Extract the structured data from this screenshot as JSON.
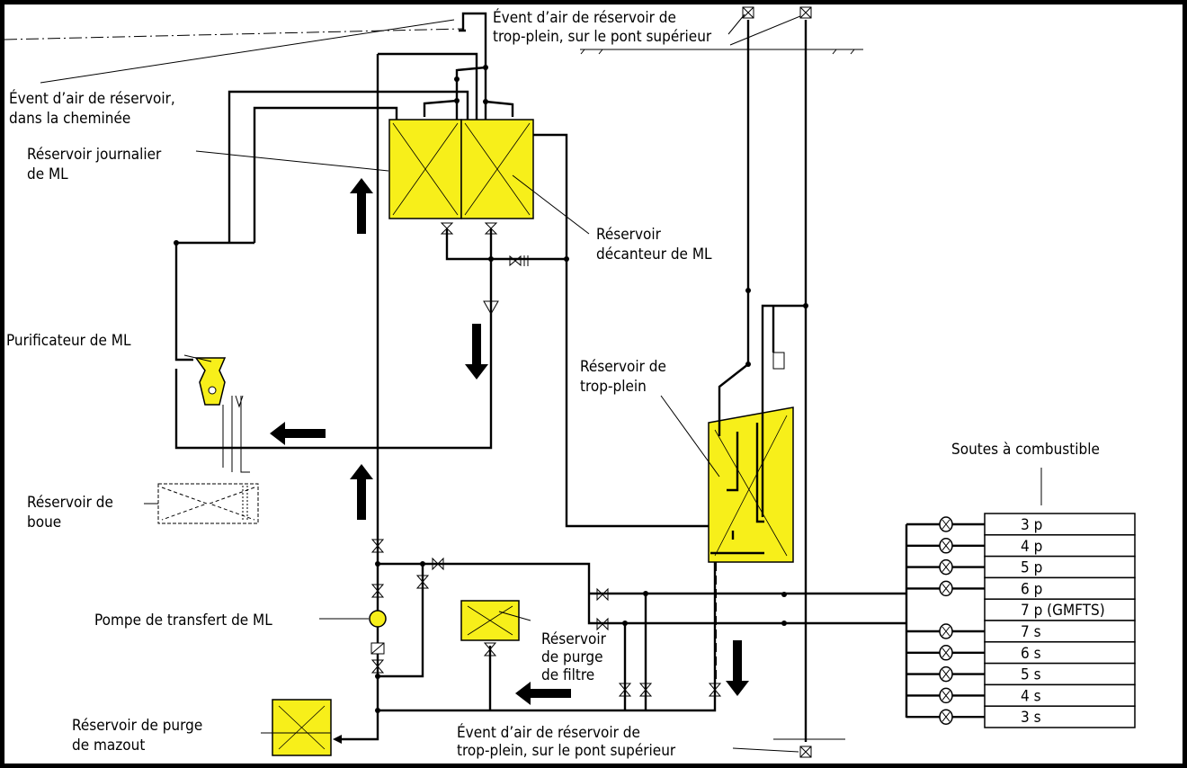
{
  "labels": {
    "vent_overflow_top": [
      "Évent d’air de réservoir de",
      "trop-plein, sur le pont supérieur"
    ],
    "vent_funnel": [
      "Évent d’air de réservoir,",
      "dans la cheminée"
    ],
    "daily_tank": [
      "Réservoir journalier",
      "de ML"
    ],
    "settling_tank": [
      "Réservoir",
      "décanteur de ML"
    ],
    "purifier": "Purificateur de ML",
    "sludge_tank": [
      "Réservoir de",
      "boue"
    ],
    "overflow_tank": [
      "Réservoir de",
      "trop-plein"
    ],
    "transfer_pump": "Pompe de transfert de ML",
    "filter_drain_tank": [
      "Réservoir",
      "de purge",
      "de filtre"
    ],
    "fuel_drain_tank": [
      "Réservoir de purge",
      "de mazout"
    ],
    "vent_overflow_bottom": [
      "Évent d’air de réservoir de",
      "trop-plein, sur le pont supérieur"
    ],
    "fuel_bunkers": "Soutes à combustible"
  },
  "bunkers": [
    {
      "label": "3 p",
      "valve": true
    },
    {
      "label": "4 p",
      "valve": true
    },
    {
      "label": "5 p",
      "valve": true
    },
    {
      "label": "6 p",
      "valve": true
    },
    {
      "label": "7 p (GMFTS)",
      "valve": false
    },
    {
      "label": "7 s",
      "valve": true
    },
    {
      "label": "6 s",
      "valve": true
    },
    {
      "label": "5 s",
      "valve": true
    },
    {
      "label": "4 s",
      "valve": true
    },
    {
      "label": "3 s",
      "valve": true
    }
  ],
  "colors": {
    "tank_fill": "#f7ef1a",
    "line": "#000000",
    "frame": "#000000"
  }
}
